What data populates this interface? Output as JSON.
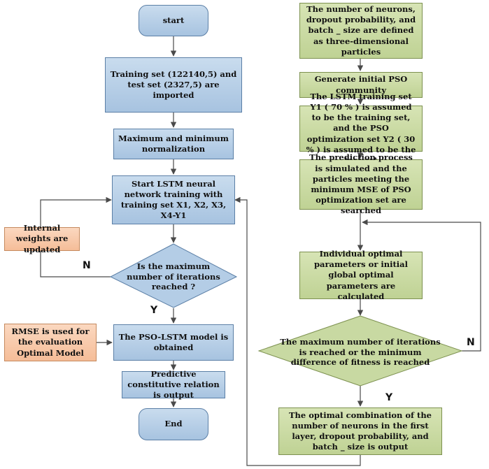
{
  "left": {
    "start": "start",
    "import": "Training set (122140,5) and test set (2327,5) are imported",
    "normalize": "Maximum and minimum normalization",
    "train": "Start LSTM neural network training with training set X1, X2, X3, X4-Y1",
    "decision": "Is the maximum number of iterations reached ?",
    "update": "Internal weights are updated",
    "rmse": "RMSE is used for the evaluation Optimal Model",
    "model": "The PSO-LSTM model is obtained",
    "output": "Predictive constitutive relation is output",
    "end": "End",
    "no_label": "N",
    "yes_label": "Y"
  },
  "right": {
    "particles": "The number of neurons, dropout probability, and batch _ size are defined as three-dimensional particles",
    "generate": "Generate initial PSO community",
    "split": "The LSTM training set Y1 ( 70 % ) is assumed to be the training set, and the PSO optimization set Y2 ( 30 % ) is assumed to be the test set",
    "simulate": "The prediction process is simulated and the particles meeting the minimum MSE of PSO optimization set are searched",
    "calculate": "Individual optimal parameters or initial global optimal parameters are calculated",
    "decision": "The maximum number of iterations is reached or the minimum difference of fitness is reached",
    "result": "The optimal combination of the number of neurons in the first layer, dropout probability, and batch _ size is output",
    "no_label": "N",
    "yes_label": "Y"
  },
  "colors": {
    "blue_fill": "#b4cde6",
    "green_fill": "#c8d9a2",
    "orange_fill": "#f8c8a8",
    "line": "#4a4a4a"
  }
}
